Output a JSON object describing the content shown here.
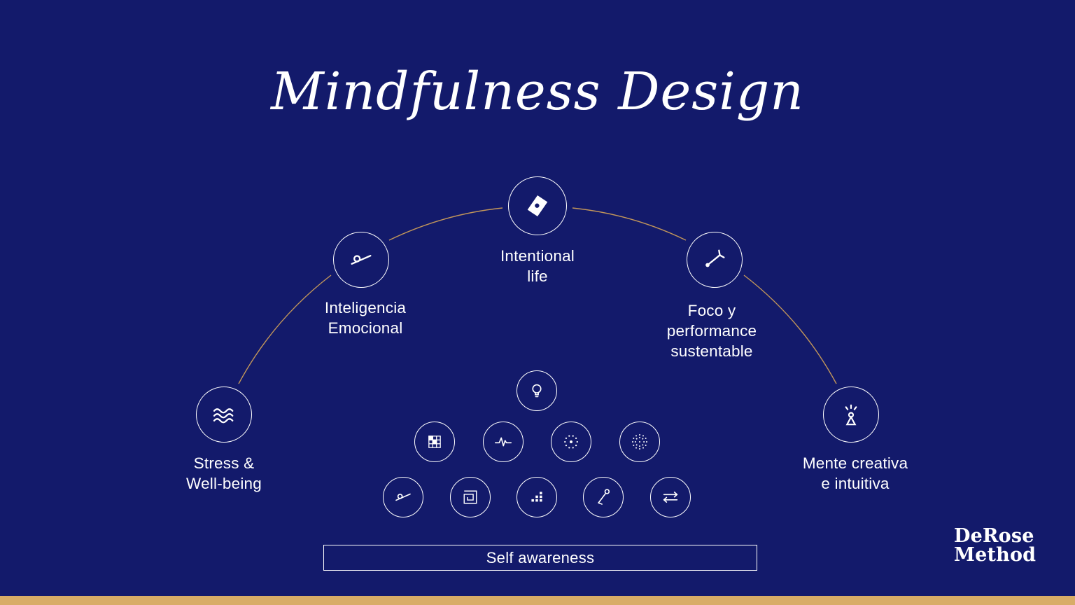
{
  "title": "Mindfulness Design",
  "colors": {
    "background": "#131a6b",
    "arc_gold": "#c2965a",
    "bottom_bar_gold": "#d8ac67",
    "foreground": "#ffffff"
  },
  "nodes": [
    {
      "id": "intentional-life",
      "label": "Intentional\nlife",
      "icon": "diamond-icon"
    },
    {
      "id": "inteligencia-emocional",
      "label": "Inteligencia\nEmocional",
      "icon": "balance-icon"
    },
    {
      "id": "foco-performance",
      "label": "Foco y\nperformance\nsustentable",
      "icon": "clock-icon"
    },
    {
      "id": "stress-wellbeing",
      "label": "Stress &\nWell-being",
      "icon": "waves-icon"
    },
    {
      "id": "mente-creativa",
      "label": "Mente creativa\ne  intuitiva",
      "icon": "creative-mind-icon"
    }
  ],
  "pyramid": {
    "icons": [
      "lightbulb-icon",
      "grid-icon",
      "pulse-icon",
      "dotted-circle-icon",
      "dotted-sphere-icon",
      "balance-icon",
      "maze-icon",
      "blocks-icon",
      "glass-icon",
      "exchange-icon"
    ]
  },
  "footer": {
    "self_awareness_label": "Self awareness"
  },
  "logo": {
    "line1": "DeRose",
    "line2": "Method"
  }
}
